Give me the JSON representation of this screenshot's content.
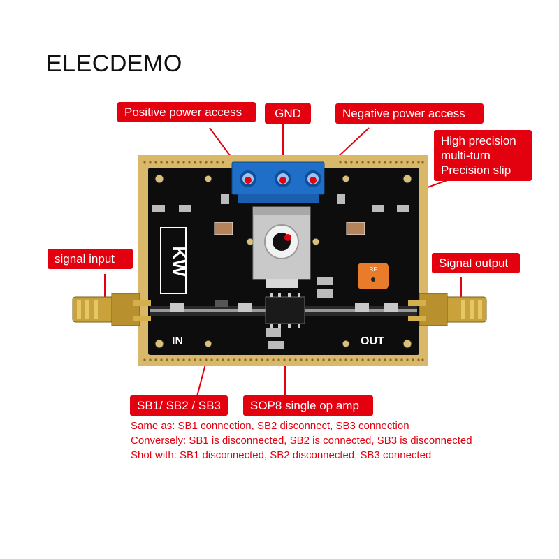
{
  "brand": "ELECDEMO",
  "callouts": {
    "positive_power": "Positive power access",
    "gnd": "GND",
    "negative_power": "Negative power access",
    "precision_slip": "High precision multi-turn Precision slip",
    "signal_input": "signal input",
    "signal_output": "Signal output",
    "sb_jumpers": "SB1/ SB2 / SB3",
    "op_amp": "SOP8 single op amp"
  },
  "notes": [
    "Same as: SB1 connection, SB2 disconnect, SB3 connection",
    "Conversely: SB1 is disconnected, SB2 is connected, SB3 is disconnected",
    "Shot with: SB1 disconnected, SB2 disconnected, SB3 connected"
  ],
  "silkscreen": {
    "in": "IN",
    "out": "OUT",
    "kw": "KW",
    "rf": "RF"
  },
  "colors": {
    "callout_red": "#e3000f",
    "pcb_black": "#0d0d0d",
    "pcb_edge_gold": "#d9b86a",
    "terminal_blue": "#1f6fc9",
    "sma_gold": "#c9a23c"
  }
}
